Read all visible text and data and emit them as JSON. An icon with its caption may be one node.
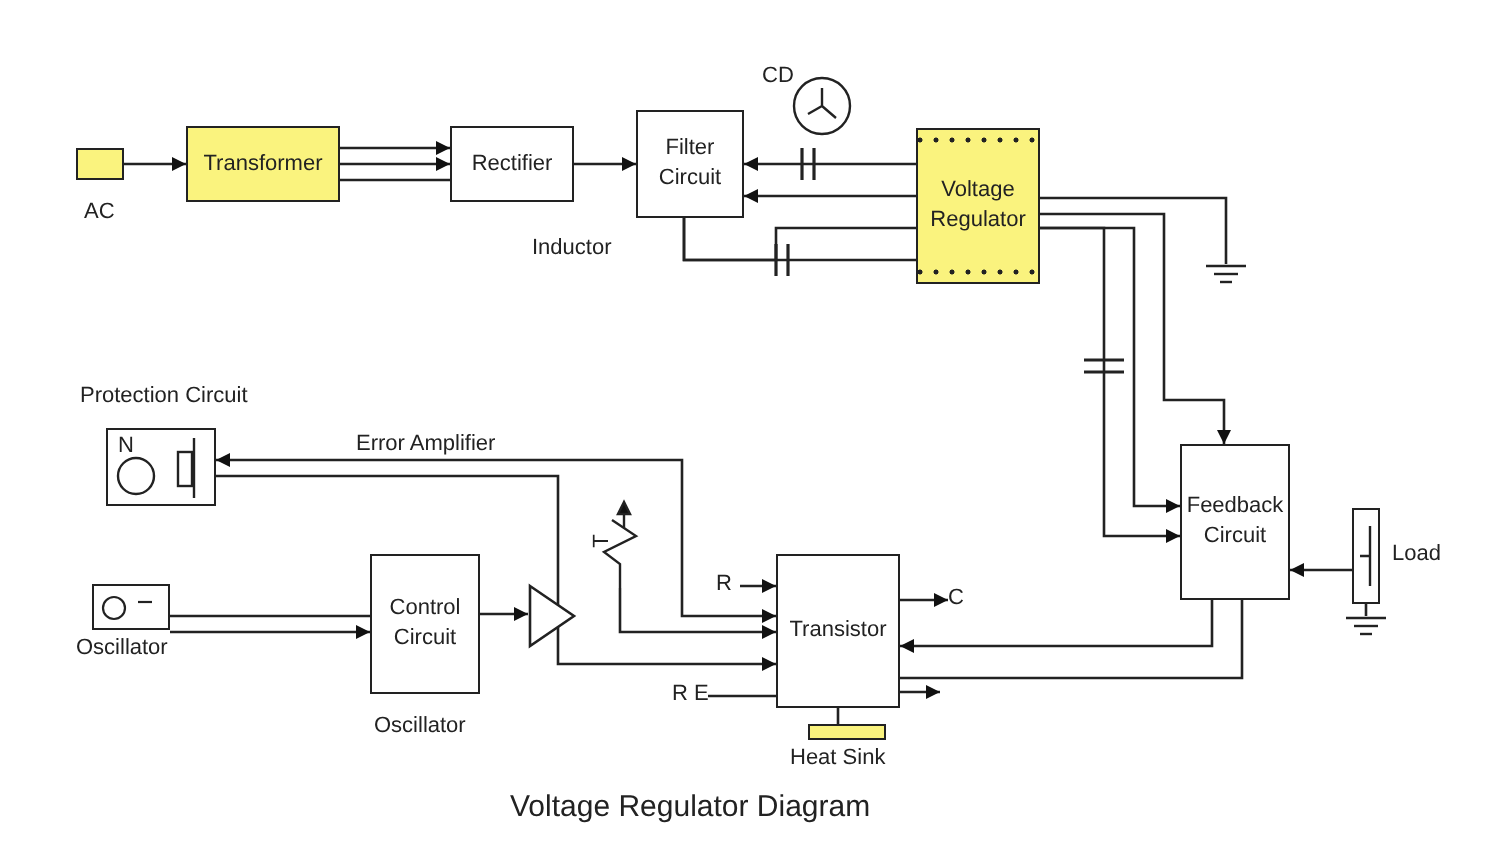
{
  "diagram": {
    "title": "Voltage Regulator Diagram",
    "nodes": [
      {
        "text": [
          "AC"
        ]
      },
      {
        "text": [
          "Transformer"
        ]
      },
      {
        "text": [
          "Rectifier"
        ]
      },
      {
        "text": [
          "Filter Circuit"
        ]
      },
      {
        "text": [
          "Voltage Regulator"
        ]
      },
      {
        "text": [],
        "shape": "ground"
      },
      {
        "text": [
          "Protection Circuit",
          "N"
        ]
      },
      {
        "text": [
          "T"
        ]
      },
      {
        "text": [
          "Feedback Circuit"
        ]
      },
      {
        "text": [
          "Load"
        ]
      },
      {
        "text": [
          "Oscillator"
        ]
      },
      {
        "text": [
          "Control Circuit"
        ],
        "beside": [
          "Oscillator"
        ]
      },
      {
        "text": [],
        "shape": "triangle"
      },
      {
        "text": [
          "R"
        ]
      },
      {
        "text": [
          "Transistor"
        ]
      },
      {
        "text": [
          "C"
        ]
      },
      {
        "text": [
          "R E"
        ]
      },
      {
        "text": [
          "Heat Sink"
        ]
      },
      {
        "text": [],
        "shape": "ground"
      }
    ],
    "edges": [
      {
        "from": 0,
        "to": 1,
        "arrow": "to"
      },
      {
        "from": 1,
        "to": 2,
        "arrow": "to"
      },
      {
        "from": 1,
        "to": 2,
        "arrow": "to"
      },
      {
        "from": 1,
        "to": 2,
        "arrow": "none"
      },
      {
        "from": 2,
        "to": 3,
        "arrow": "to"
      },
      {
        "from": 4,
        "to": 3,
        "arrow": "to"
      },
      {
        "from": 4,
        "to": 3,
        "arrow": "to"
      },
      {
        "from": 3,
        "to": 4,
        "arrow": "none"
      },
      {
        "from": 4,
        "to": 3,
        "arrow": "none"
      },
      {
        "from": 4,
        "to": 5,
        "arrow": "none"
      },
      {
        "from": 4,
        "to": 8,
        "arrow": "to"
      },
      {
        "from": 4,
        "to": 8,
        "arrow": "to"
      },
      {
        "from": 4,
        "to": 8,
        "arrow": "to"
      },
      {
        "from": 9,
        "to": 8,
        "arrow": "to"
      },
      {
        "from": 9,
        "to": 18,
        "arrow": "none"
      },
      {
        "from": 8,
        "to": 14,
        "arrow": "to"
      },
      {
        "from": 8,
        "to": 14,
        "arrow": "none"
      },
      {
        "from": 14,
        "to": null,
        "arrow": "to"
      },
      {
        "from": 14,
        "to": 15,
        "arrow": "to"
      },
      {
        "from": 13,
        "to": 14,
        "arrow": "to"
      },
      {
        "from": 16,
        "to": 14,
        "arrow": "none"
      },
      {
        "from": 14,
        "to": 6,
        "arrow": "both",
        "label": "Error Amplifier"
      },
      {
        "from": 6,
        "to": 14,
        "arrow": "to"
      },
      {
        "from": 7,
        "to": 14,
        "arrow": "to"
      },
      {
        "from": 10,
        "to": 11,
        "arrow": "none"
      },
      {
        "from": 10,
        "to": 11,
        "arrow": "to"
      },
      {
        "from": 11,
        "to": 12,
        "arrow": "to"
      },
      {
        "from": 14,
        "to": 17,
        "arrow": "none"
      }
    ],
    "labels": [
      "CD",
      "Inductor"
    ]
  }
}
